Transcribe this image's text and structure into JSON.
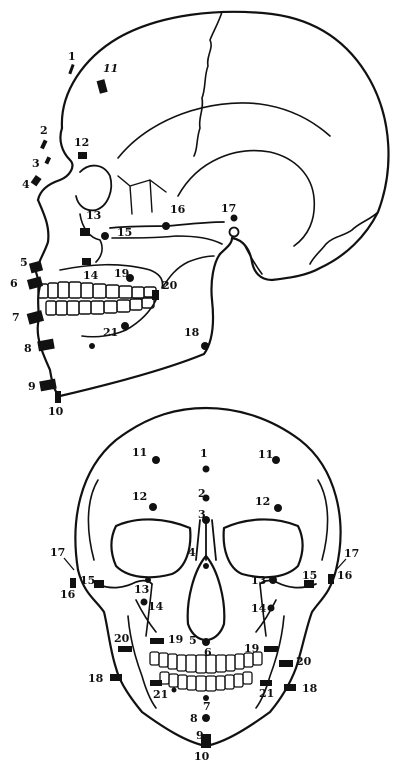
{
  "lateral_view": {
    "labels": {
      "l1": "1",
      "l2": "2",
      "l3": "3",
      "l4": "4",
      "l5": "5",
      "l6": "6",
      "l7": "7",
      "l8": "8",
      "l9": "9",
      "l10": "10",
      "l11": "11",
      "l12": "12",
      "l13": "13",
      "l14": "14",
      "l15": "15",
      "l16": "16",
      "l17": "17",
      "l18": "18",
      "l19": "19",
      "l20": "20",
      "l21": "21"
    }
  },
  "frontal_view": {
    "labels": {
      "c1": "1",
      "c2": "2",
      "c3": "3",
      "c4": "4",
      "c5": "5",
      "c6": "6",
      "c7": "7",
      "c8": "8",
      "c9": "9",
      "c10": "10",
      "l11": "11",
      "r11": "11",
      "l12": "12",
      "r12": "12",
      "l13": "13",
      "r13": "13",
      "l14": "14",
      "r14": "14",
      "l15": "15",
      "r15": "15",
      "l16": "16",
      "r16": "16",
      "l17": "17",
      "r17": "17",
      "l18": "18",
      "r18": "18",
      "l19": "19",
      "r19": "19",
      "l20": "20",
      "r20": "20",
      "l21": "21",
      "r21": "21"
    }
  },
  "colors": {
    "ink": "#111111",
    "background": "#ffffff"
  }
}
